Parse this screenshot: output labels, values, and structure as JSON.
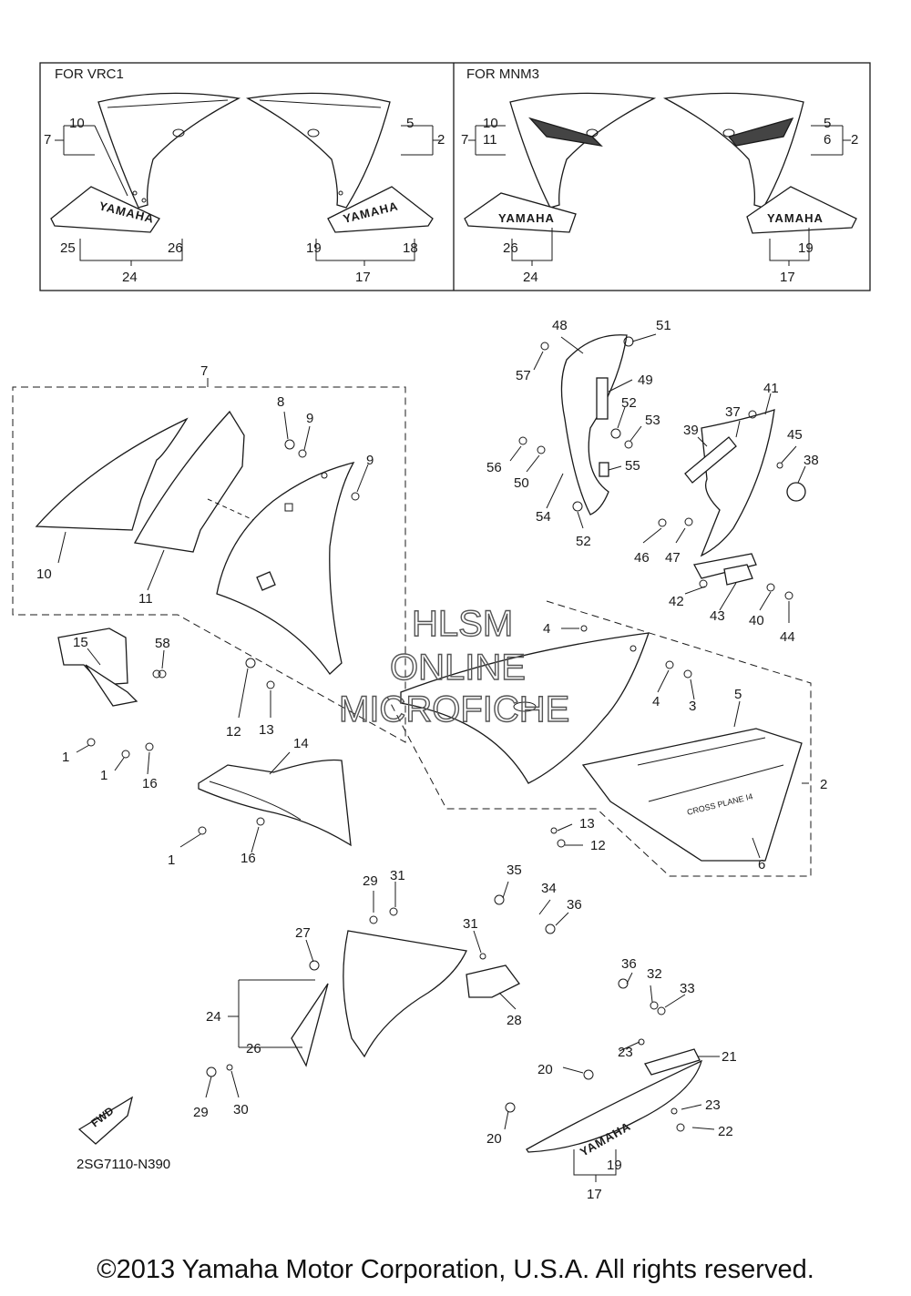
{
  "inset": {
    "left_header": "FOR VRC1",
    "right_header": "FOR MNM3"
  },
  "brand": "YAMAHA",
  "decal_text": "CROSS PLANE I4",
  "fwd_label": "FWD",
  "diagram_code": "2SG7110-N390",
  "watermark": [
    "HLSM",
    "ONLINE",
    "MICROFICHE"
  ],
  "copyright": "©2013 Yamaha Motor Corporation, U.S.A. All rights reserved.",
  "callouts": [
    {
      "label": "10"
    },
    {
      "label": "7"
    },
    {
      "label": "25"
    },
    {
      "label": "26"
    },
    {
      "label": "24"
    },
    {
      "label": "5"
    },
    {
      "label": "2"
    },
    {
      "label": "19"
    },
    {
      "label": "18"
    },
    {
      "label": "17"
    },
    {
      "label": "10"
    },
    {
      "label": "11"
    },
    {
      "label": "7"
    },
    {
      "label": "26"
    },
    {
      "label": "24"
    },
    {
      "label": "5"
    },
    {
      "label": "6"
    },
    {
      "label": "2"
    },
    {
      "label": "19"
    },
    {
      "label": "17"
    },
    {
      "label": "7"
    },
    {
      "label": "8"
    },
    {
      "label": "9"
    },
    {
      "label": "9"
    },
    {
      "label": "10"
    },
    {
      "label": "11"
    },
    {
      "label": "15"
    },
    {
      "label": "58"
    },
    {
      "label": "1"
    },
    {
      "label": "1"
    },
    {
      "label": "16"
    },
    {
      "label": "12"
    },
    {
      "label": "13"
    },
    {
      "label": "14"
    },
    {
      "label": "1"
    },
    {
      "label": "16"
    },
    {
      "label": "48"
    },
    {
      "label": "51"
    },
    {
      "label": "57"
    },
    {
      "label": "49"
    },
    {
      "label": "52"
    },
    {
      "label": "53"
    },
    {
      "label": "56"
    },
    {
      "label": "50"
    },
    {
      "label": "55"
    },
    {
      "label": "54"
    },
    {
      "label": "52"
    },
    {
      "label": "41"
    },
    {
      "label": "37"
    },
    {
      "label": "39"
    },
    {
      "label": "45"
    },
    {
      "label": "38"
    },
    {
      "label": "46"
    },
    {
      "label": "47"
    },
    {
      "label": "42"
    },
    {
      "label": "43"
    },
    {
      "label": "40"
    },
    {
      "label": "44"
    },
    {
      "label": "4"
    },
    {
      "label": "4"
    },
    {
      "label": "3"
    },
    {
      "label": "5"
    },
    {
      "label": "2"
    },
    {
      "label": "6"
    },
    {
      "label": "13"
    },
    {
      "label": "12"
    },
    {
      "label": "29"
    },
    {
      "label": "31"
    },
    {
      "label": "35"
    },
    {
      "label": "34"
    },
    {
      "label": "36"
    },
    {
      "label": "27"
    },
    {
      "label": "31"
    },
    {
      "label": "28"
    },
    {
      "label": "24"
    },
    {
      "label": "26"
    },
    {
      "label": "29"
    },
    {
      "label": "30"
    },
    {
      "label": "36"
    },
    {
      "label": "32"
    },
    {
      "label": "33"
    },
    {
      "label": "23"
    },
    {
      "label": "21"
    },
    {
      "label": "20"
    },
    {
      "label": "23"
    },
    {
      "label": "20"
    },
    {
      "label": "22"
    },
    {
      "label": "19"
    },
    {
      "label": "17"
    }
  ]
}
